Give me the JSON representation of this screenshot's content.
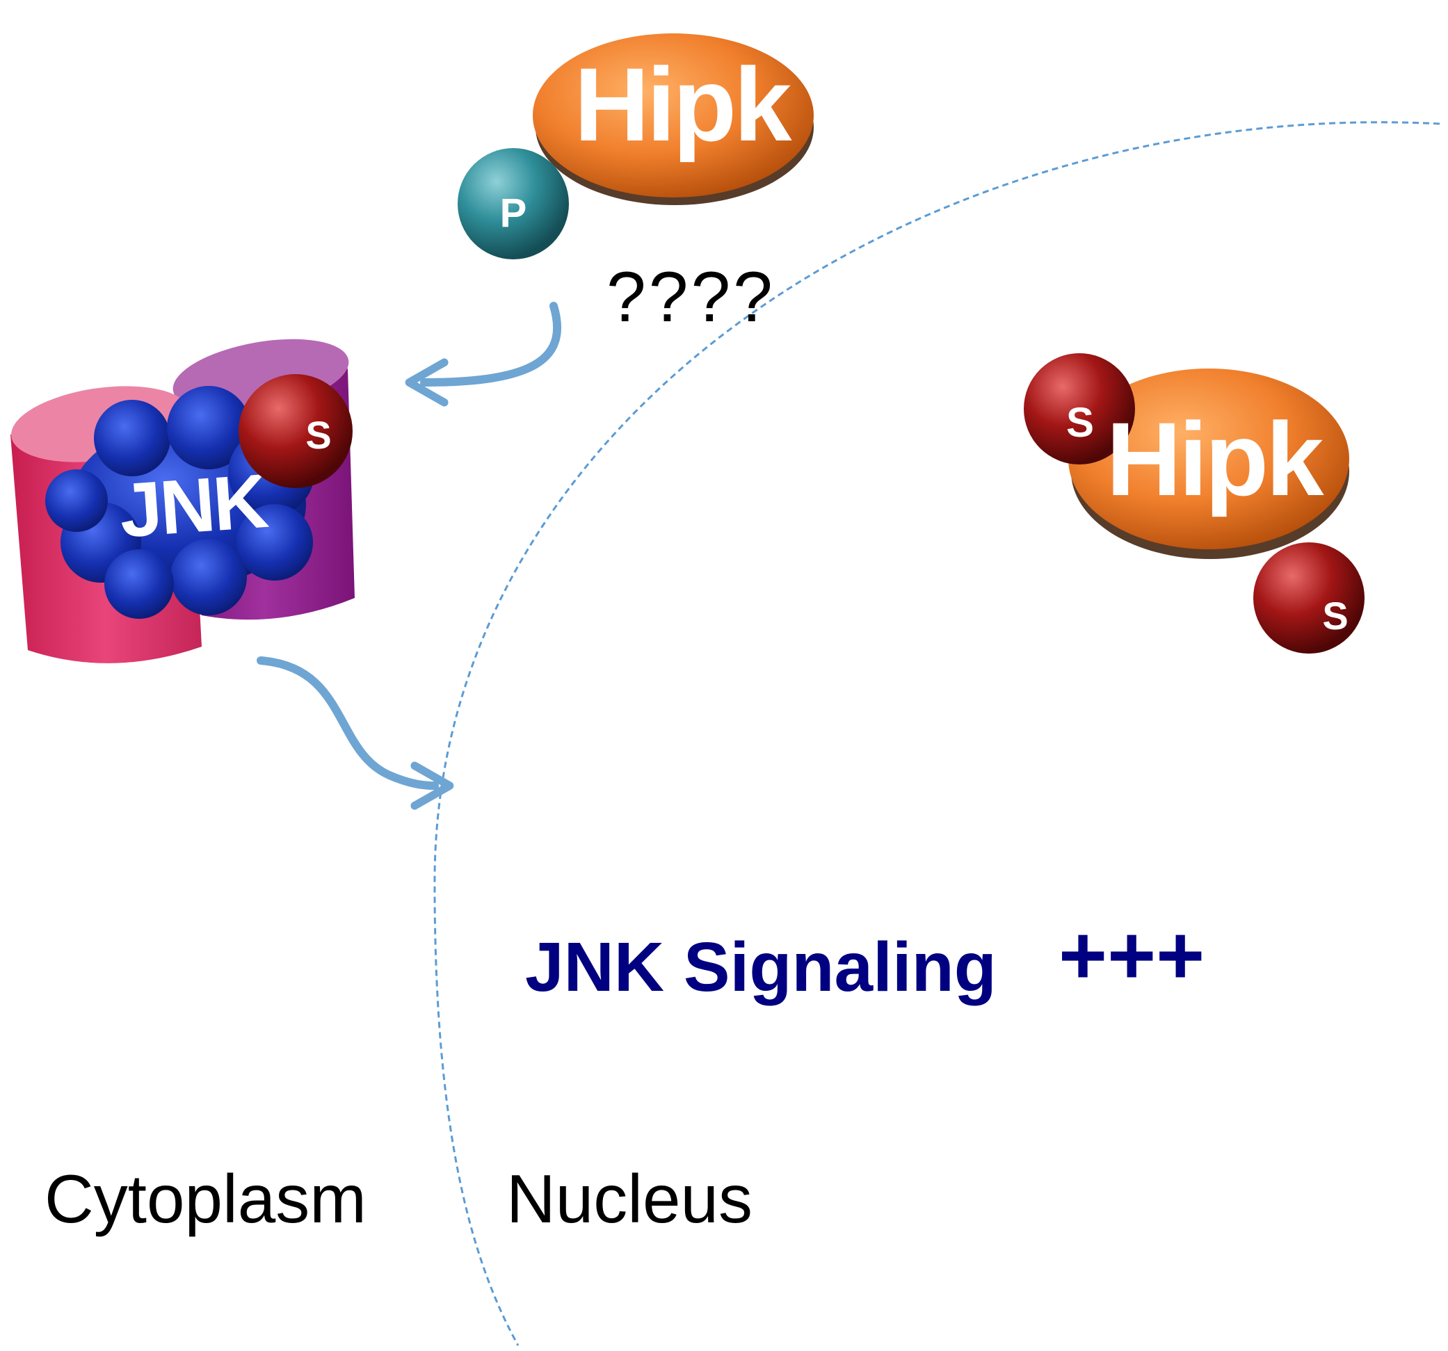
{
  "hipk_cytoplasm": {
    "label": "Hipk",
    "modification": "P"
  },
  "question": "????",
  "jnk_complex": {
    "label": "JNK",
    "modification": "S"
  },
  "hipk_nucleus": {
    "label": "Hipk",
    "modification_top": "S",
    "modification_bottom": "S"
  },
  "signaling_text": {
    "label": "JNK Signaling",
    "level": "+++"
  },
  "regions": {
    "left": "Cytoplasm",
    "right": "Nucleus"
  },
  "colors": {
    "hipk": "#f07f2c",
    "phospho": "#2f8f9a",
    "sumo": "#a31616",
    "jnk": "#1530b0",
    "arrow": "#6ea5d3",
    "membrane": "#5b9bd5",
    "signaling_text": "#000080",
    "cyl_pink": "#dc2e62",
    "cyl_purple": "#8e1e8c"
  }
}
